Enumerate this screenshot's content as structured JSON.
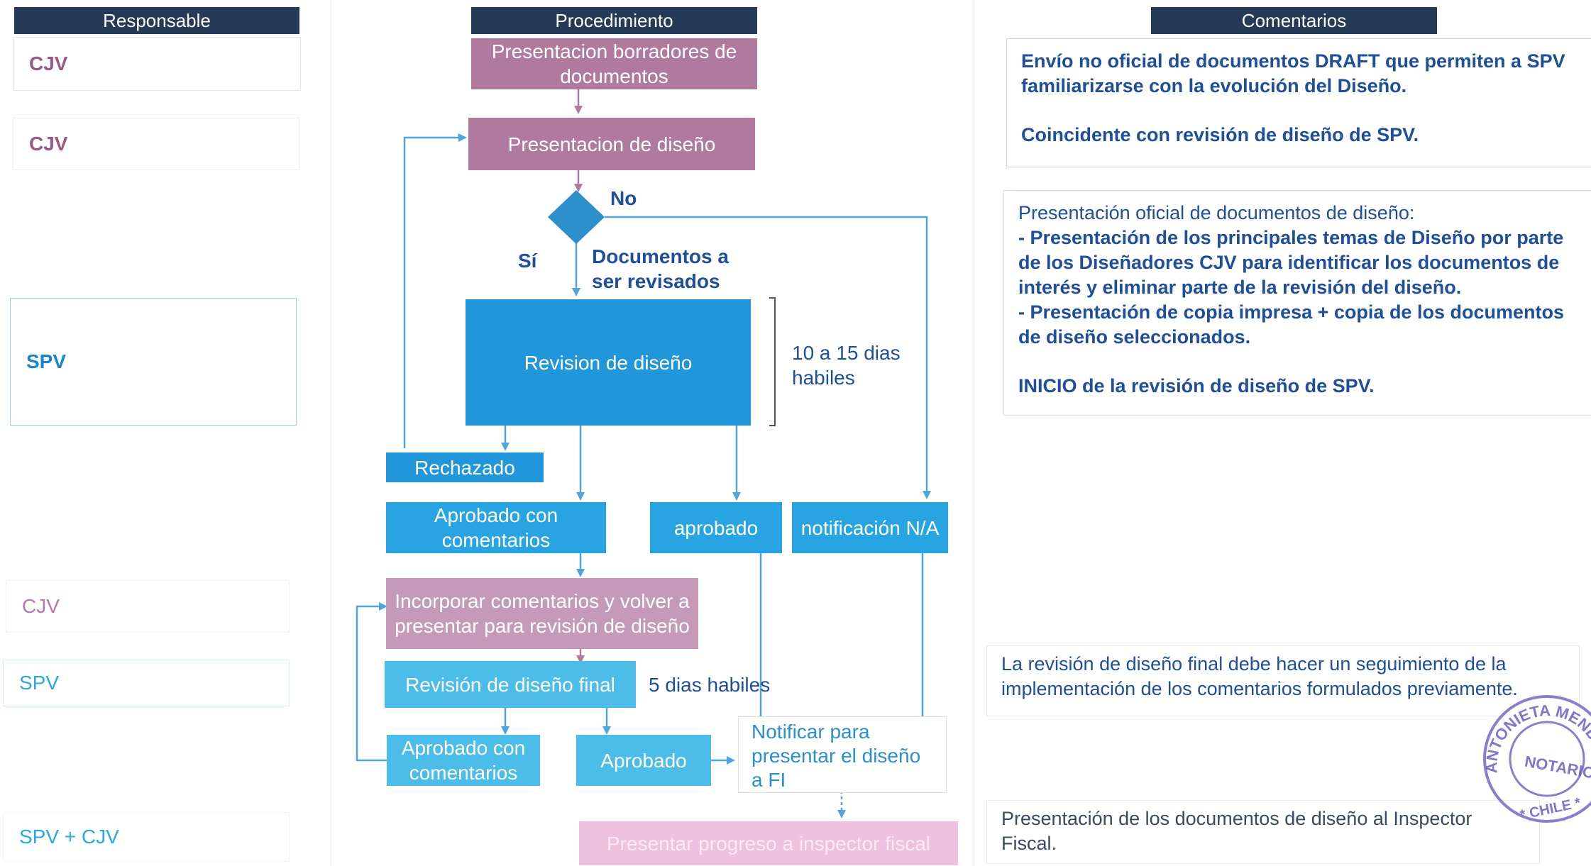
{
  "headers": {
    "responsable": "Responsable",
    "procedimiento": "Procedimiento",
    "comentarios": "Comentarios"
  },
  "responsables": [
    {
      "label": "CJV",
      "color": "#9b5a86"
    },
    {
      "label": "CJV",
      "color": "#9b5a86"
    },
    {
      "label": "SPV",
      "color": "#1a85cf"
    },
    {
      "label": "CJV",
      "color": "#b57ab0"
    },
    {
      "label": "SPV",
      "color": "#2aa8e0"
    },
    {
      "label": "SPV + CJV",
      "color": "#2aa8e0"
    }
  ],
  "procedure": {
    "borradores": "Presentacion borradores de documentos",
    "presentacion_diseno": "Presentacion de diseño",
    "no_label": "No",
    "si_label": "Sí",
    "documentos_label": "Documentos a ser revisados",
    "revision_diseno": "Revision de diseño",
    "plazo_revision": "10 a 15 dias habiles",
    "rechazado": "Rechazado",
    "aprobado_con_comentarios": "Aprobado con comentarios",
    "aprobado": "aprobado",
    "notificacion_na": "notificación N/A",
    "incorporar": "Incorporar comentarios y volver a presentar para revisión de diseño",
    "revision_final": "Revisión de diseño final",
    "plazo_final": "5 dias habiles",
    "aprobado_con_comentarios_2": "Aprobado con comentarios",
    "aprobado_2": "Aprobado",
    "notificar": "Notificar para presentar el diseño a FI",
    "presentar_progreso": "Presentar progreso a inspector fiscal"
  },
  "comments": {
    "c1_line1": "Envío no oficial de documentos DRAFT que permiten a SPV familiarizarse con la evolución del Diseño.",
    "c1_line2": "Coincidente con revisión de diseño de SPV.",
    "c2_intro": "Presentación oficial de documentos de diseño:",
    "c2_bullet1": "- Presentación de los principales temas de Diseño por parte de los Diseñadores CJV para identificar los documentos de interés y eliminar parte de la revisión del diseño.",
    "c2_bullet2": "- Presentación de copia impresa + copia de los documentos de diseño seleccionados.",
    "c2_inicio": "INICIO de la revisión de diseño de SPV.",
    "c3": "La revisión de diseño final debe hacer un seguimiento de la implementación de los comentarios formulados previamente.",
    "c4": "Presentación de los documentos de diseño al Inspector Fiscal."
  },
  "stamp": {
    "outer_text": "ANTONIETA MENDOZA",
    "center_text": "NOTARIO",
    "bottom_text": "CHILE"
  },
  "colors": {
    "header": "#243a57",
    "pink": "#b07a9e",
    "blue": "#2196db",
    "arrow": "#4ea6dc",
    "text_blue": "#1f4e9a"
  }
}
